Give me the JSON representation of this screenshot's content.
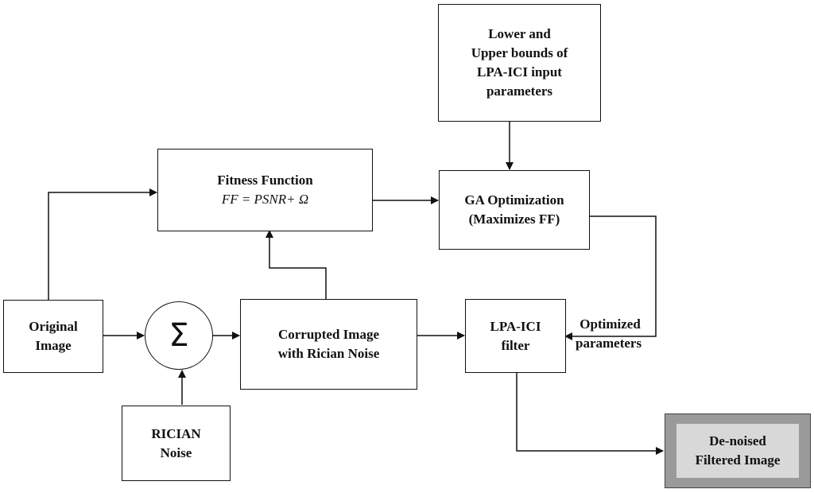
{
  "blocks": {
    "bounds": {
      "lines": [
        "Lower and",
        "Upper bounds  of",
        "LPA-ICI input",
        "parameters"
      ]
    },
    "fitness": {
      "title": "Fitness Function",
      "equation": "FF = PSNR+ Ω"
    },
    "ga": {
      "lines": [
        "GA Optimization",
        "(Maximizes FF)"
      ]
    },
    "original": {
      "lines": [
        "Original",
        "Image"
      ]
    },
    "sum": {
      "symbol": "Σ"
    },
    "corrupted": {
      "lines": [
        "Corrupted Image",
        "with Rician Noise"
      ]
    },
    "lpa": {
      "lines": [
        "LPA-ICI",
        "filter"
      ]
    },
    "rician": {
      "lines": [
        "RICIAN",
        "Noise"
      ]
    },
    "output": {
      "lines": [
        "De-noised",
        "Filtered Image"
      ]
    }
  },
  "edge_labels": {
    "optimized": [
      "Optimized",
      "parameters"
    ]
  }
}
